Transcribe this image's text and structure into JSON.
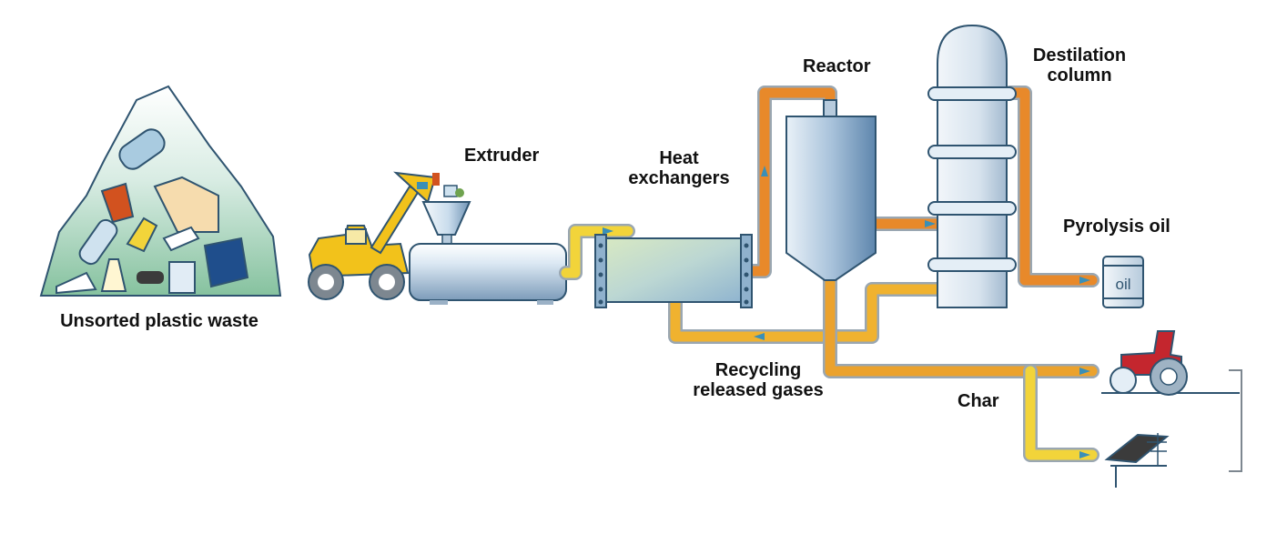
{
  "labels": {
    "waste": "Unsorted plastic waste",
    "extruder": "Extruder",
    "heat_line1": "Heat",
    "heat_line2": "exchangers",
    "reactor": "Reactor",
    "column_line1": "Destilation",
    "column_line2": "column",
    "oil": "Pyrolysis oil",
    "recycling_line1": "Recycling",
    "recycling_line2": "released gases",
    "char": "Char",
    "barrel_text": "oil"
  },
  "colors": {
    "pipe_yellow": "#f2d43a",
    "pipe_orange": "#e8892a",
    "pipe_outline": "#9aa7b2",
    "steel_light": "#e4eef6",
    "steel_dark": "#7f9fbd",
    "loader_yellow": "#f2c21b",
    "mound_green": "#8fc6a6",
    "arrow_teal": "#3a8fb7",
    "roller_red": "#c4262e"
  },
  "icons": [
    "front-loader-icon",
    "plastic-waste-pile-icon",
    "oil-barrel-icon",
    "road-roller-icon",
    "solar-panel-icon"
  ]
}
